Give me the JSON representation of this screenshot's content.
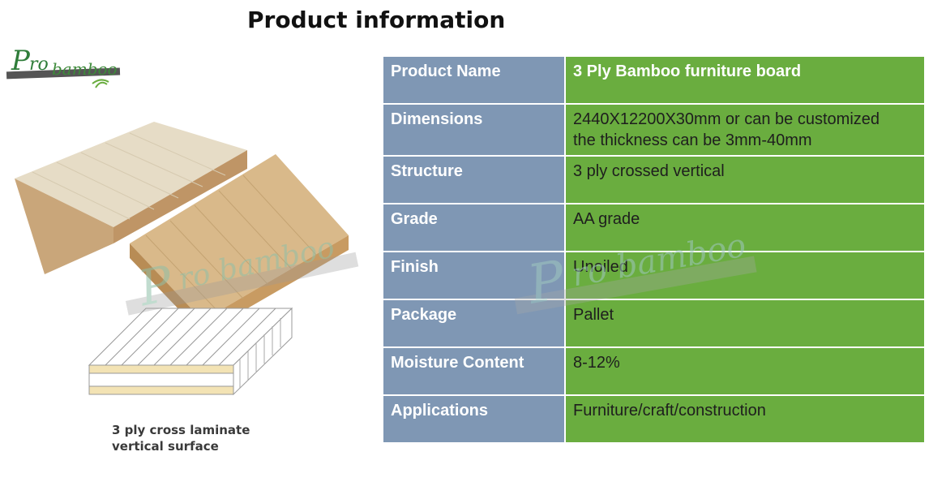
{
  "page_title": "Product information",
  "logo": {
    "text": "Pro bamboo",
    "icon": "bamboo-leaf-icon"
  },
  "image_caption": [
    "3 ply cross laminate",
    "vertical surface"
  ],
  "watermark_text": "Pro bamboo",
  "table": {
    "rows": [
      {
        "label": "Product Name",
        "value": [
          "3 Ply Bamboo furniture board"
        ]
      },
      {
        "label": "Dimensions",
        "value": [
          "2440X12200X30mm or can be customized",
          "the thickness can be 3mm-40mm"
        ]
      },
      {
        "label": "Structure",
        "value": [
          "3 ply crossed vertical"
        ]
      },
      {
        "label": "Grade",
        "value": [
          "AA grade"
        ]
      },
      {
        "label": "Finish",
        "value": [
          "Unoiled"
        ]
      },
      {
        "label": "Package",
        "value": [
          "Pallet"
        ]
      },
      {
        "label": "Moisture Content",
        "value": [
          "8-12%"
        ]
      },
      {
        "label": "Applications",
        "value": [
          "Furniture/craft/construction"
        ]
      }
    ]
  },
  "colors": {
    "label_bg": "#7f97b4",
    "value_bg": "#6aad3f",
    "logo_green": "#3d8a3a"
  }
}
